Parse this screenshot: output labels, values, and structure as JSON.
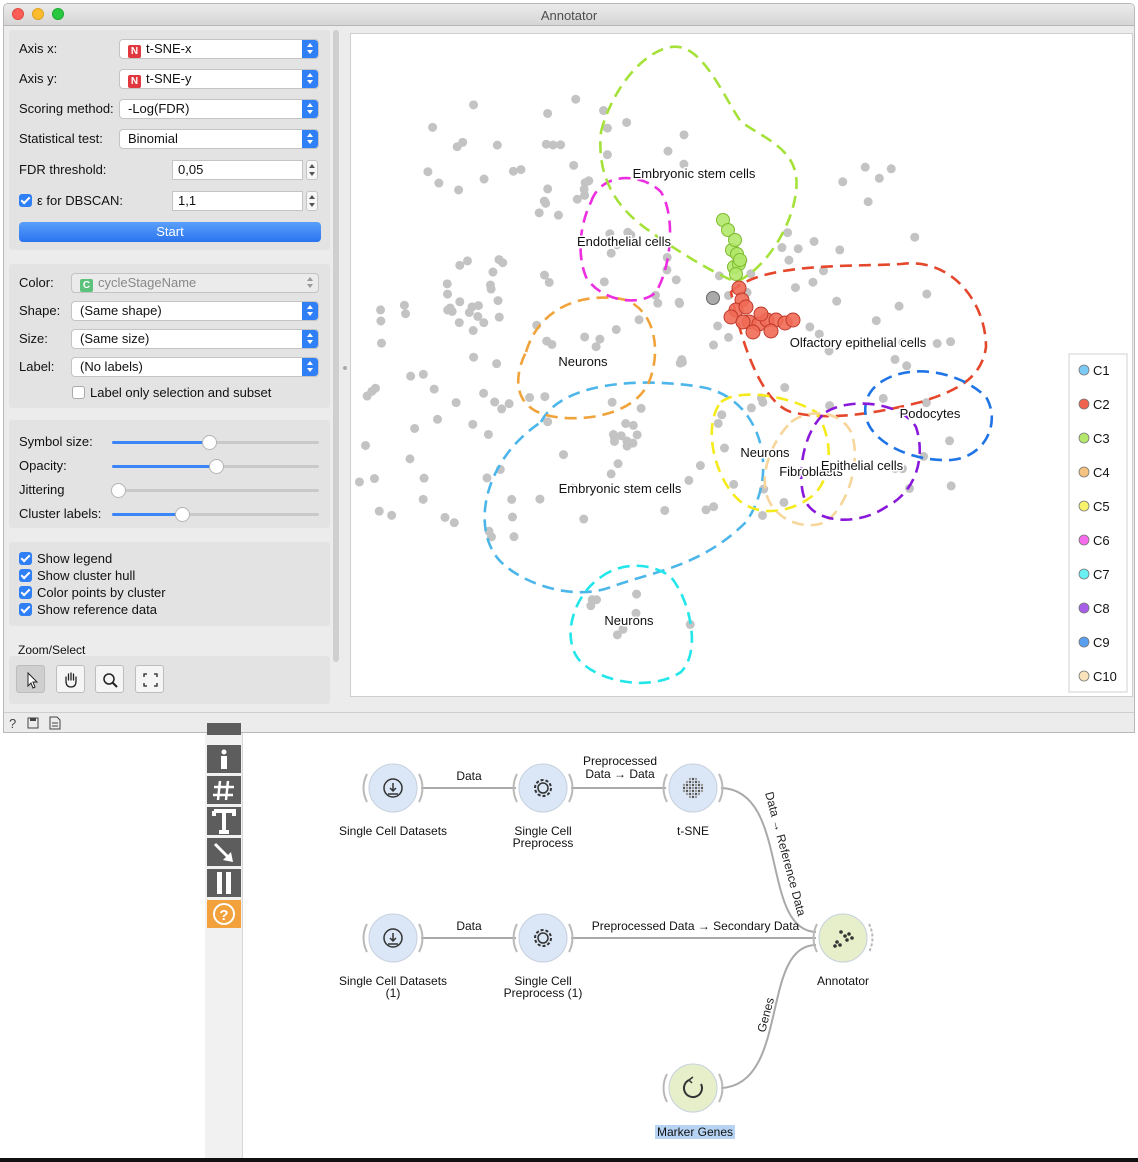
{
  "window": {
    "title": "Annotator"
  },
  "controls": {
    "axis_x": {
      "label": "Axis x:",
      "value": "t-SNE-x",
      "badge": "N"
    },
    "axis_y": {
      "label": "Axis y:",
      "value": "t-SNE-y",
      "badge": "N"
    },
    "scoring": {
      "label": "Scoring method:",
      "value": "-Log(FDR)"
    },
    "stat_test": {
      "label": "Statistical test:",
      "value": "Binomial"
    },
    "fdr": {
      "label": "FDR threshold:",
      "value": "0,05"
    },
    "eps": {
      "label": "ε for DBSCAN:",
      "value": "1,1",
      "checked": true
    },
    "start_label": "Start"
  },
  "display": {
    "color": {
      "label": "Color:",
      "value": "cycleStageName",
      "badge": "C"
    },
    "shape": {
      "label": "Shape:",
      "value": "(Same shape)"
    },
    "size": {
      "label": "Size:",
      "value": "(Same size)"
    },
    "label_sel": {
      "label": "Label:",
      "value": "(No labels)"
    },
    "label_only": "Label only selection and subset"
  },
  "sliders": [
    {
      "label": "Symbol size:",
      "value": 0.47
    },
    {
      "label": "Opacity:",
      "value": 0.5
    },
    {
      "label": "Jittering",
      "value": 0.03
    },
    {
      "label": "Cluster labels:",
      "value": 0.34
    }
  ],
  "checks": [
    {
      "label": "Show legend",
      "checked": true
    },
    {
      "label": "Show cluster hull",
      "checked": true
    },
    {
      "label": "Color points by cluster",
      "checked": true
    },
    {
      "label": "Show reference data",
      "checked": true
    }
  ],
  "zoom": {
    "label": "Zoom/Select"
  },
  "plot": {
    "clusters": [
      {
        "name": "Embryonic stem cells",
        "color": "#a4e23a"
      },
      {
        "name": "Endothelial cells",
        "color": "#ec2ee0"
      },
      {
        "name": "Neurons",
        "color": "#f0a33a"
      },
      {
        "name": "Olfactory epithelial cells",
        "color": "#e5472c"
      },
      {
        "name": "Podocytes",
        "color": "#1f74e6"
      },
      {
        "name": "Neurons",
        "color": "#f5ea1b"
      },
      {
        "name": "Fibroblasts",
        "color": "#f6d69a"
      },
      {
        "name": "Epithelial cells",
        "color": "#8a18db"
      },
      {
        "name": "Embryonic stem cells",
        "color": "#4cb6ea"
      },
      {
        "name": "Neurons",
        "color": "#22e6ea"
      }
    ],
    "legend": [
      {
        "label": "C1",
        "color": "#7ccbf5"
      },
      {
        "label": "C2",
        "color": "#f1624e"
      },
      {
        "label": "C3",
        "color": "#b3e86a"
      },
      {
        "label": "C4",
        "color": "#f6c27f"
      },
      {
        "label": "C5",
        "color": "#f8f36a"
      },
      {
        "label": "C6",
        "color": "#f46ceb"
      },
      {
        "label": "C7",
        "color": "#68f0f2"
      },
      {
        "label": "C8",
        "color": "#a85de9"
      },
      {
        "label": "C9",
        "color": "#5a9ef0"
      },
      {
        "label": "C10",
        "color": "#f9e3bb"
      }
    ]
  },
  "workflow": {
    "nodes": [
      {
        "label": "Single Cell Datasets"
      },
      {
        "label": "Single Cell Preprocess"
      },
      {
        "label": "t-SNE"
      },
      {
        "label": "Single Cell Datasets (1)"
      },
      {
        "label": "Single Cell Preprocess (1)"
      },
      {
        "label": "Annotator"
      },
      {
        "label": "Marker Genes"
      }
    ],
    "links": [
      "Data",
      "Preprocessed Data → Data",
      "Data → Reference Data",
      "Data",
      "Preprocessed Data → Secondary Data",
      "Genes"
    ]
  }
}
